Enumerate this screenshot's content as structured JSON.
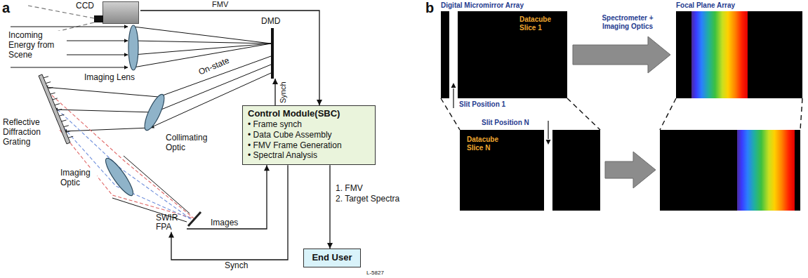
{
  "diagram": {
    "nodes": [
      {
        "text": [
          "CCD"
        ]
      },
      {
        "text": [
          "DMD"
        ]
      },
      {
        "text": [
          "Control Module(SBC)",
          "• Frame synch",
          "• Data Cube Assembly",
          "• FMV Frame Generation",
          "• Spectral Analysis"
        ]
      },
      {
        "text": [
          "End User"
        ]
      },
      {
        "text": [
          "SWIR FPA"
        ]
      },
      {
        "text": [
          "Digital Micromirror Array",
          "Datacube Slice 1"
        ]
      },
      {
        "text": [
          "Focal Plane Array"
        ]
      },
      {
        "text": [
          "Datacube Slice N"
        ]
      }
    ],
    "edges": [
      {
        "from": 0,
        "to": 2,
        "arrow": "to",
        "label": "FMV"
      },
      {
        "from": 2,
        "to": 1,
        "arrow": "to",
        "label": "Synch"
      },
      {
        "from": 4,
        "to": 2,
        "arrow": "to",
        "label": "Images"
      },
      {
        "from": 2,
        "to": 4,
        "arrow": "to",
        "label": "Synch"
      },
      {
        "from": 2,
        "to": 3,
        "arrow": "to"
      },
      {
        "from": 5,
        "to": 6,
        "arrow": "to",
        "label": "Spectrometer + Imaging Optics"
      }
    ],
    "labels": [
      "a",
      "Incoming Energy from Scene",
      "Imaging Lens",
      "On-state",
      "Reflective Diffraction Grating",
      "Collimating Optic",
      "Imaging Optic",
      "1. FMV",
      "2. Target Spectra",
      "L-5827",
      "b",
      "Slit Position 1",
      "Slit Position N"
    ]
  }
}
